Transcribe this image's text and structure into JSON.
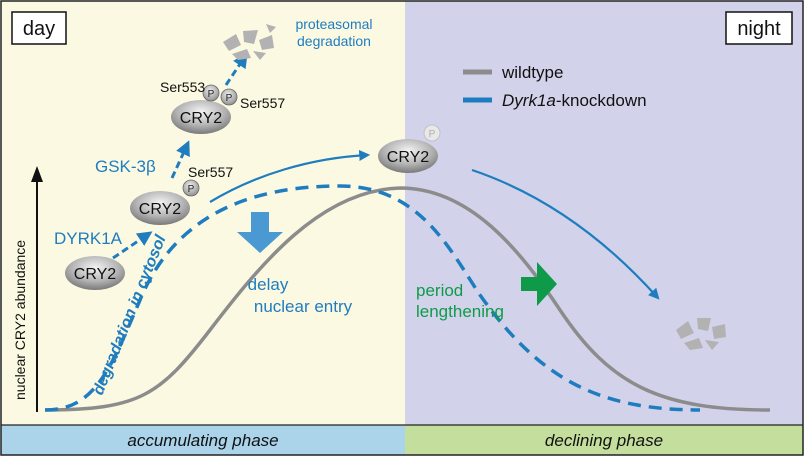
{
  "panel": {
    "day_label": "day",
    "night_label": "night",
    "day_color": "#fcf9e3",
    "night_color": "#d2d3ea",
    "y_axis_label": "nuclear CRY2 abundance"
  },
  "legend": {
    "wildtype": "wildtype",
    "knockdown_gene": "Dyrk1a",
    "knockdown_suffix": "-knockdown",
    "wildtype_color": "#8c8c8c",
    "knockdown_color": "#1f7dbf"
  },
  "proteins": {
    "cry2_label": "CRY2",
    "phospho_label": "P"
  },
  "sites": {
    "ser553": "Ser553",
    "ser557_top": "Ser557",
    "ser557_mid": "Ser557"
  },
  "kinases": {
    "dyrk1a": "DYRK1A",
    "gsk3b": "GSK-3β"
  },
  "annotations": {
    "proteasomal_line1": "proteasomal",
    "proteasomal_line2": "degradation",
    "degradation_cytosol": "degradation in cytosol",
    "delay_line1": "delay",
    "delay_line2": "nuclear entry",
    "period_line1": "period",
    "period_line2": "lengthening",
    "green_color": "#0f9a4a"
  },
  "phases": {
    "accumulating": "accumulating phase",
    "declining": "declining phase",
    "accumulating_color": "#abd4ea",
    "declining_color": "#c4df9d"
  }
}
